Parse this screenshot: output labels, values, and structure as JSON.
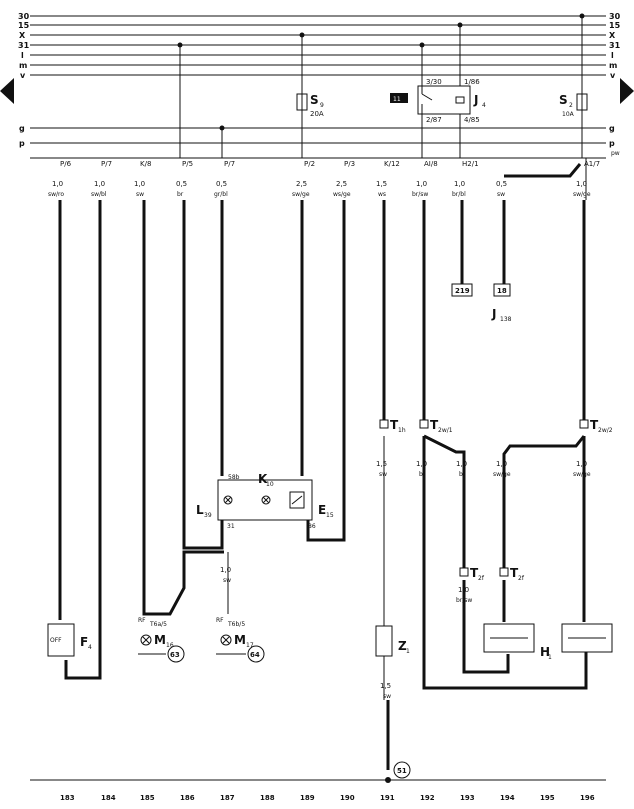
{
  "rail_labels": [
    "30",
    "15",
    "X",
    "31",
    "l",
    "m",
    "v",
    "g",
    "p"
  ],
  "rail_labels_right": [
    "30",
    "15",
    "X",
    "31",
    "l",
    "m",
    "v",
    "g",
    "p",
    "pw"
  ],
  "top_connectors": [
    "P/6",
    "P/7",
    "K/8",
    "P/5",
    "P/7",
    "P/2",
    "P/3",
    "K/12",
    "AI/8",
    "H2/1",
    "A1/7"
  ],
  "wire_sizes": [
    "1,0",
    "1,0",
    "1,0",
    "0,5",
    "0,5",
    "2,5",
    "2,5",
    "1,5",
    "1,0",
    "1,0",
    "0,5",
    "1,0"
  ],
  "wire_colors": [
    "sw/ro",
    "sw/bl",
    "sw",
    "br",
    "gr/bl",
    "sw/ge",
    "ws/ge",
    "ws",
    "br/sw",
    "br/bl",
    "sw",
    "sw/ge"
  ],
  "fuses": {
    "s9_label": "S",
    "s9_sub": "9",
    "s9_rating": "20A",
    "s2_label": "S",
    "s2_sub": "2",
    "s2_rating": "10A"
  },
  "relay": {
    "tag": "11",
    "label": "J",
    "sub": "4",
    "pin_30": "3/30",
    "pin_86": "1/86",
    "pin_87": "2/87",
    "pin_85": "4/85"
  },
  "refs": {
    "r219": "219",
    "r18": "18",
    "j138": "J",
    "j138_sub": "138"
  },
  "connectors_mid": {
    "t1h": "T",
    "t1h_sub": "1h",
    "t2w1": "T",
    "t2w1_sub": "2w/1",
    "t2w2": "T",
    "t2w2_sub": "2w/2",
    "t2f_a": "T",
    "t2f_a_sub": "2f",
    "t2f_b": "T",
    "t2f_b_sub": "2f"
  },
  "lower_wires": {
    "w191_size": "1,5",
    "w191_color": "sw",
    "w192_size": "1,0",
    "w192_color": "br",
    "w193_size": "1,0",
    "w193_color": "br",
    "w194_size": "1,0",
    "w194_color": "sw/ge",
    "w196_size": "1,0",
    "w196_color": "sw/ge",
    "w187_size": "1,0",
    "w187_color": "sw",
    "w193b_size": "1,0",
    "w193b_color": "br/sw",
    "w191b_size": "1,5",
    "w191b_color": "sw"
  },
  "components": {
    "k10": "K",
    "k10_sub": "10",
    "k10_pin": "58b",
    "l39": "L",
    "l39_sub": "39",
    "l39_pin": "31",
    "e15": "E",
    "e15_sub": "15",
    "e15_pin": "86",
    "f4": "F",
    "f4_sub": "4",
    "f4_switch": "OFF",
    "m16": "M",
    "m16_sub": "16",
    "m16_conn": "T6a/5",
    "m16_rf": "RF",
    "m17": "M",
    "m17_sub": "17",
    "m17_conn": "T6b/5",
    "m17_rf": "RF",
    "z1": "Z",
    "z1_sub": "1",
    "h1": "H",
    "h1_sub": "1"
  },
  "grounds": [
    "63",
    "64",
    "51"
  ],
  "column_numbers": [
    "183",
    "184",
    "185",
    "186",
    "187",
    "188",
    "189",
    "190",
    "191",
    "192",
    "193",
    "194",
    "195",
    "196"
  ]
}
